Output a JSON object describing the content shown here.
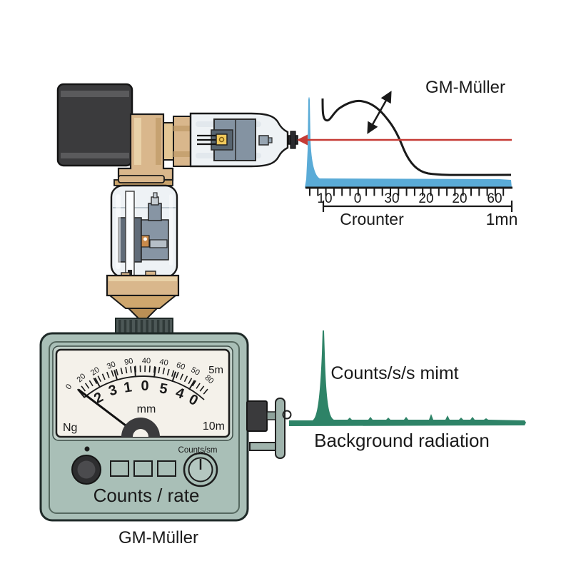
{
  "illustration": {
    "bottom_caption": "GM-Müller"
  },
  "plateau_graph": {
    "title": "GM-Müller",
    "x_tick_labels": [
      "10",
      "0",
      "30",
      "20",
      "20",
      "60"
    ],
    "bracket_label_left": "Crounter",
    "bracket_label_right": "1mn",
    "curve_color": "#1a1a1a",
    "threshold_line_color": "#c63b35",
    "spike_color": "#5aabd7"
  },
  "counter_device": {
    "dial": {
      "outer_scale": [
        "0",
        "20",
        "20",
        "30",
        "90",
        "40",
        "40",
        "60",
        "50",
        "80"
      ],
      "inner_scale": [
        "2",
        "3",
        "1",
        "0",
        "5",
        "4",
        "0"
      ],
      "unit": "mm",
      "top_right": "5m",
      "bottom_right": "10m",
      "bottom_left": "Ng"
    },
    "knob_label": "Counts/sm",
    "panel_label": "Counts / rate",
    "body_color": "#a9bfb7",
    "face_color": "#f4f1ea"
  },
  "spectrum": {
    "peak_label": "Counts/s/s mimt",
    "caption": "Background radiation",
    "color": "#2e8367"
  },
  "chart_data": [
    {
      "type": "line",
      "title": "GM-Müller",
      "x_tick_labels": [
        "10",
        "0",
        "30",
        "20",
        "20",
        "60"
      ],
      "bracket_labels": [
        "Crounter",
        "1mn"
      ],
      "legend_position": "none",
      "series": [
        {
          "name": "tube-response-curve",
          "color": "#1a1a1a",
          "shape": "short initial dip, broad hump, sigmoidal fall to low flat plateau"
        },
        {
          "name": "threshold-line",
          "color": "#c63b35",
          "shape": "horizontal line across full width"
        },
        {
          "name": "pulse-spike",
          "color": "#5aabd7",
          "shape": "tall narrow spike at far left with low flat tail along axis"
        }
      ],
      "annotations": [
        "double-headed diagonal arrow crossing the curve"
      ]
    },
    {
      "type": "area",
      "title": "Counts/s/s mimt",
      "caption": "Background radiation",
      "series": [
        {
          "name": "count-rate",
          "color": "#2e8367",
          "shape": "single tall narrow spike near left, tiny background fluctuations along baseline"
        }
      ]
    }
  ]
}
